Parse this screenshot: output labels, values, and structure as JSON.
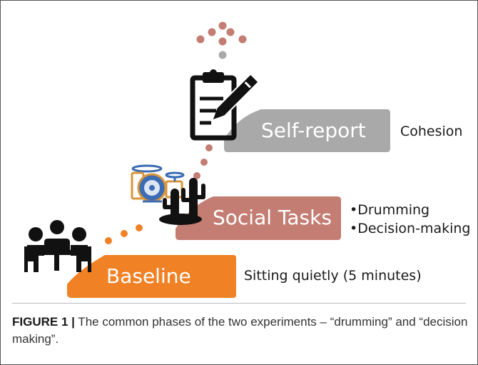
{
  "phases": [
    {
      "label": "Baseline",
      "color": "#f08125",
      "description": "Sitting quietly (5 minutes)",
      "icon": "meeting-people-icon"
    },
    {
      "label": "Social Tasks",
      "color": "#c47d73",
      "items": [
        "•Drumming",
        "•Decision-making"
      ],
      "icon": "drum-kit-and-cactus-icon"
    },
    {
      "label": "Self-report",
      "color": "#a9a9a9",
      "description": "Cohesion",
      "icon": "clipboard-pencil-icon"
    }
  ],
  "path_dot_colors": [
    "#f08125",
    "#c47d73",
    "#a9a9a9"
  ],
  "caption": {
    "label": "FIGURE 1 |",
    "text": " The common phases of the two experiments – “drumming” and “decision making”."
  }
}
